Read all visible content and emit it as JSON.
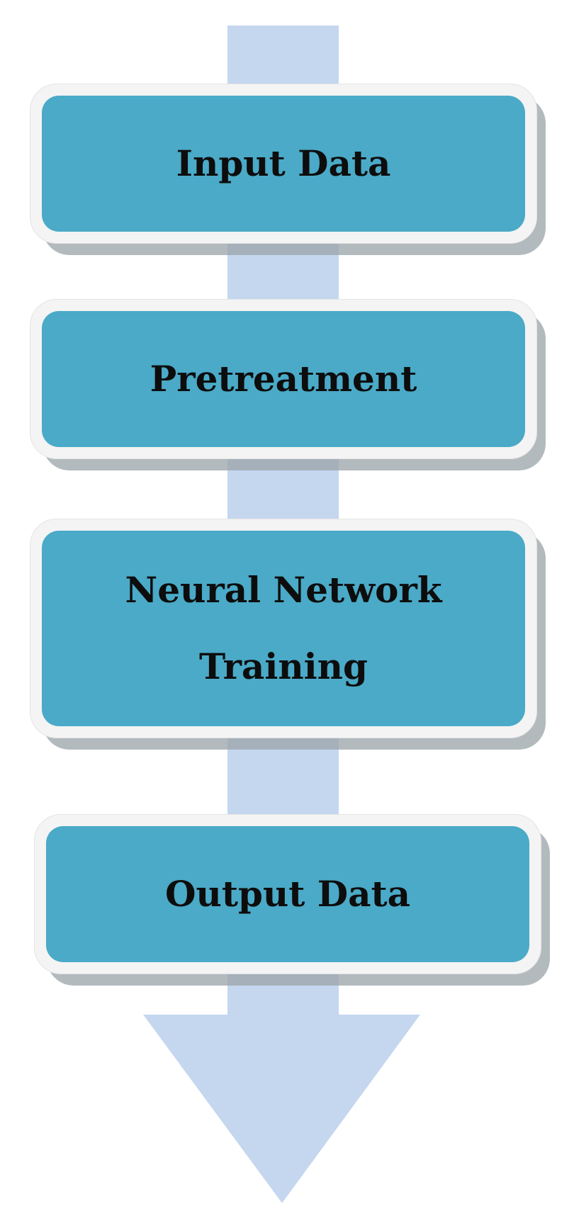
{
  "colors": {
    "arrow": "#c5d7ef",
    "box_fill": "#4aaac7",
    "box_frame": "#f4f4f4",
    "text": "#0d0d0d"
  },
  "steps": [
    {
      "label": "Input Data"
    },
    {
      "label": "Pretreatment"
    },
    {
      "label": "Neural Network\nTraining"
    },
    {
      "label": "Output Data"
    }
  ]
}
